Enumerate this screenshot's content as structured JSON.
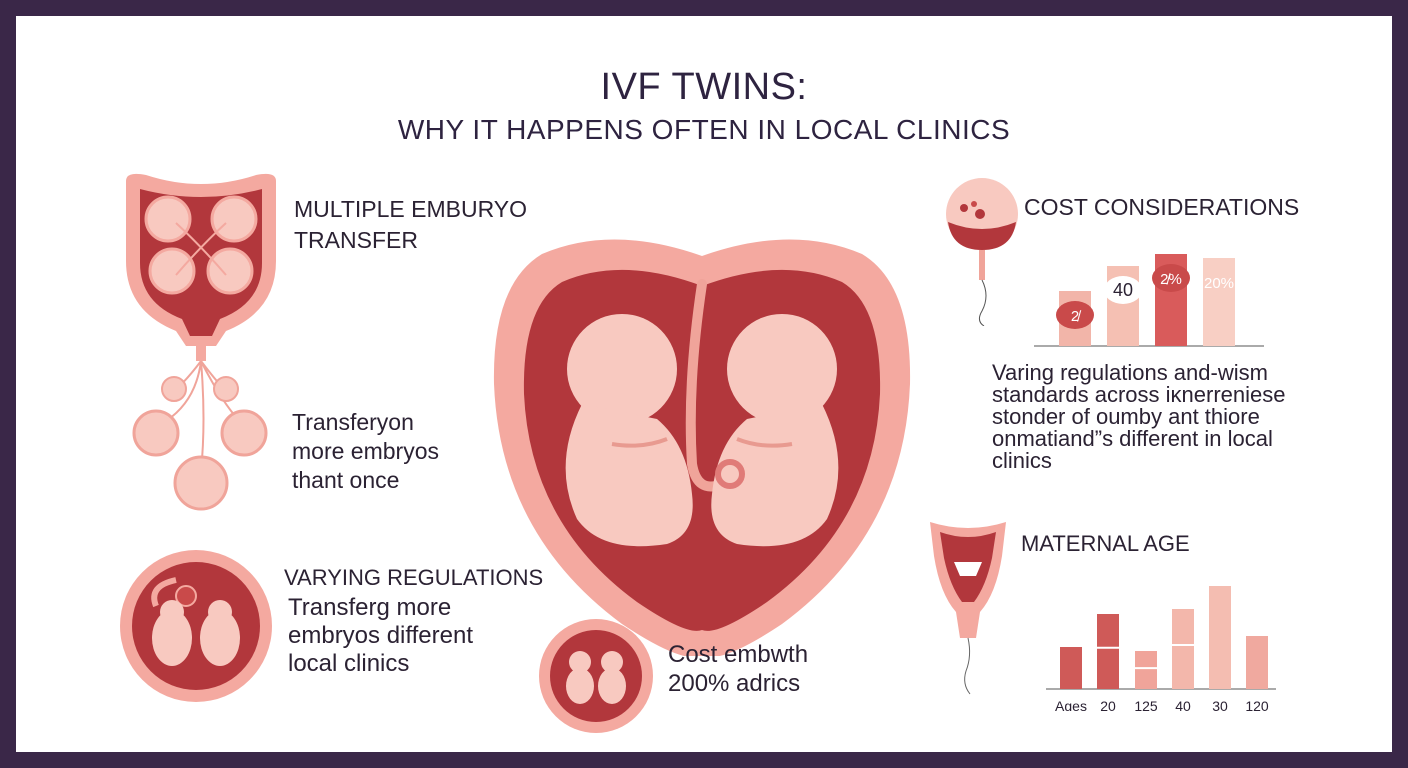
{
  "title": {
    "line1": "IVF TWINS:",
    "line2": "WHY IT HAPPENS OFTEN IN LOCAL CLINICS"
  },
  "sections": {
    "multiple_embryo_transfer": {
      "heading": [
        "MULTIPLE EMBURYO",
        "TRANSFER"
      ],
      "text": [
        "Transferyon",
        "more embryos",
        "thant once"
      ]
    },
    "varying_regulations": {
      "heading": "VARYING REGULATIONS",
      "text": [
        "Transferg more",
        "embryos different",
        "local clinics"
      ]
    },
    "cost_center": {
      "text": [
        "Cost embwth",
        "200% adrics"
      ]
    },
    "cost_considerations": {
      "heading": "COST CONSIDERATIONS",
      "text": [
        "Varing regulations and-wism",
        "standards across iĸnerreniese",
        "stonder of oumby ant thiore",
        "onmatiand”s different in local",
        "clinics"
      ]
    },
    "maternal_age": {
      "heading": "MATERNAL AGE"
    }
  },
  "chart_data": [
    {
      "type": "bar",
      "title": "COST CONSIDERATIONS",
      "series": [
        {
          "values": [
            2,
            40,
            20,
            20
          ]
        }
      ],
      "labels": [
        "2̸",
        "40",
        "2̸%",
        "20%"
      ],
      "colors": [
        "#f2b5a9",
        "#f5c0b3",
        "#d95b5b",
        "#f8cfc4"
      ]
    },
    {
      "type": "bar",
      "title": "MATERNAL AGE",
      "categories": [
        "Ages",
        "20",
        "125",
        "40",
        "30",
        "120"
      ],
      "values": [
        42,
        75,
        38,
        80,
        103,
        53
      ],
      "colors": [
        "#cf5a58",
        "#cf5a58",
        "#f0a49a",
        "#f3b7ab",
        "#f4bdb1",
        "#f0a99f"
      ]
    }
  ],
  "colors": {
    "frame": "#3a2748",
    "deep_red": "#b2373c",
    "pink": "#f4a9a0",
    "light_pink": "#f8c9c0",
    "text": "#2b2233"
  }
}
